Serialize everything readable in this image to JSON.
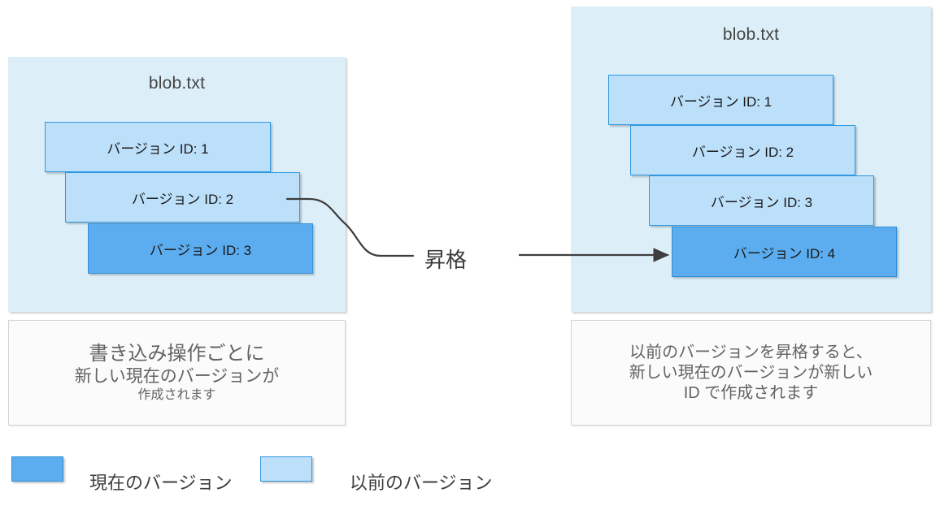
{
  "diagram": {
    "title_left": "blob.txt",
    "title_right": "blob.txt",
    "promote_label": "昇格"
  },
  "colors": {
    "panel_bg": "#dceff9",
    "previous_version": "#bcdffa",
    "current_version": "#5cadef",
    "box_border": "#2f97e0",
    "caption_bg": "#fbfbfb",
    "text": "#3d3d3d"
  },
  "left_panel": {
    "title": "blob.txt",
    "versions": [
      {
        "label": "バージョン ID: 1",
        "state": "previous"
      },
      {
        "label": "バージョン ID: 2",
        "state": "previous"
      },
      {
        "label": "バージョン ID: 3",
        "state": "current"
      }
    ],
    "caption": {
      "line1": "書き込み操作ごとに",
      "line2": "新しい現在のバージョンが",
      "line3": "作成されます"
    }
  },
  "right_panel": {
    "title": "blob.txt",
    "versions": [
      {
        "label": "バージョン ID: 1",
        "state": "previous"
      },
      {
        "label": "バージョン ID: 2",
        "state": "previous"
      },
      {
        "label": "バージョン ID: 3",
        "state": "previous"
      },
      {
        "label": "バージョン ID: 4",
        "state": "current"
      }
    ],
    "caption": {
      "line1": "以前のバージョンを昇格すると、",
      "line2": "新しい現在のバージョンが新しい",
      "line3": "ID で作成されます"
    }
  },
  "legend": {
    "items": [
      {
        "label": "現在のバージョン",
        "state": "current"
      },
      {
        "label": "以前のバージョン",
        "state": "previous"
      }
    ]
  }
}
